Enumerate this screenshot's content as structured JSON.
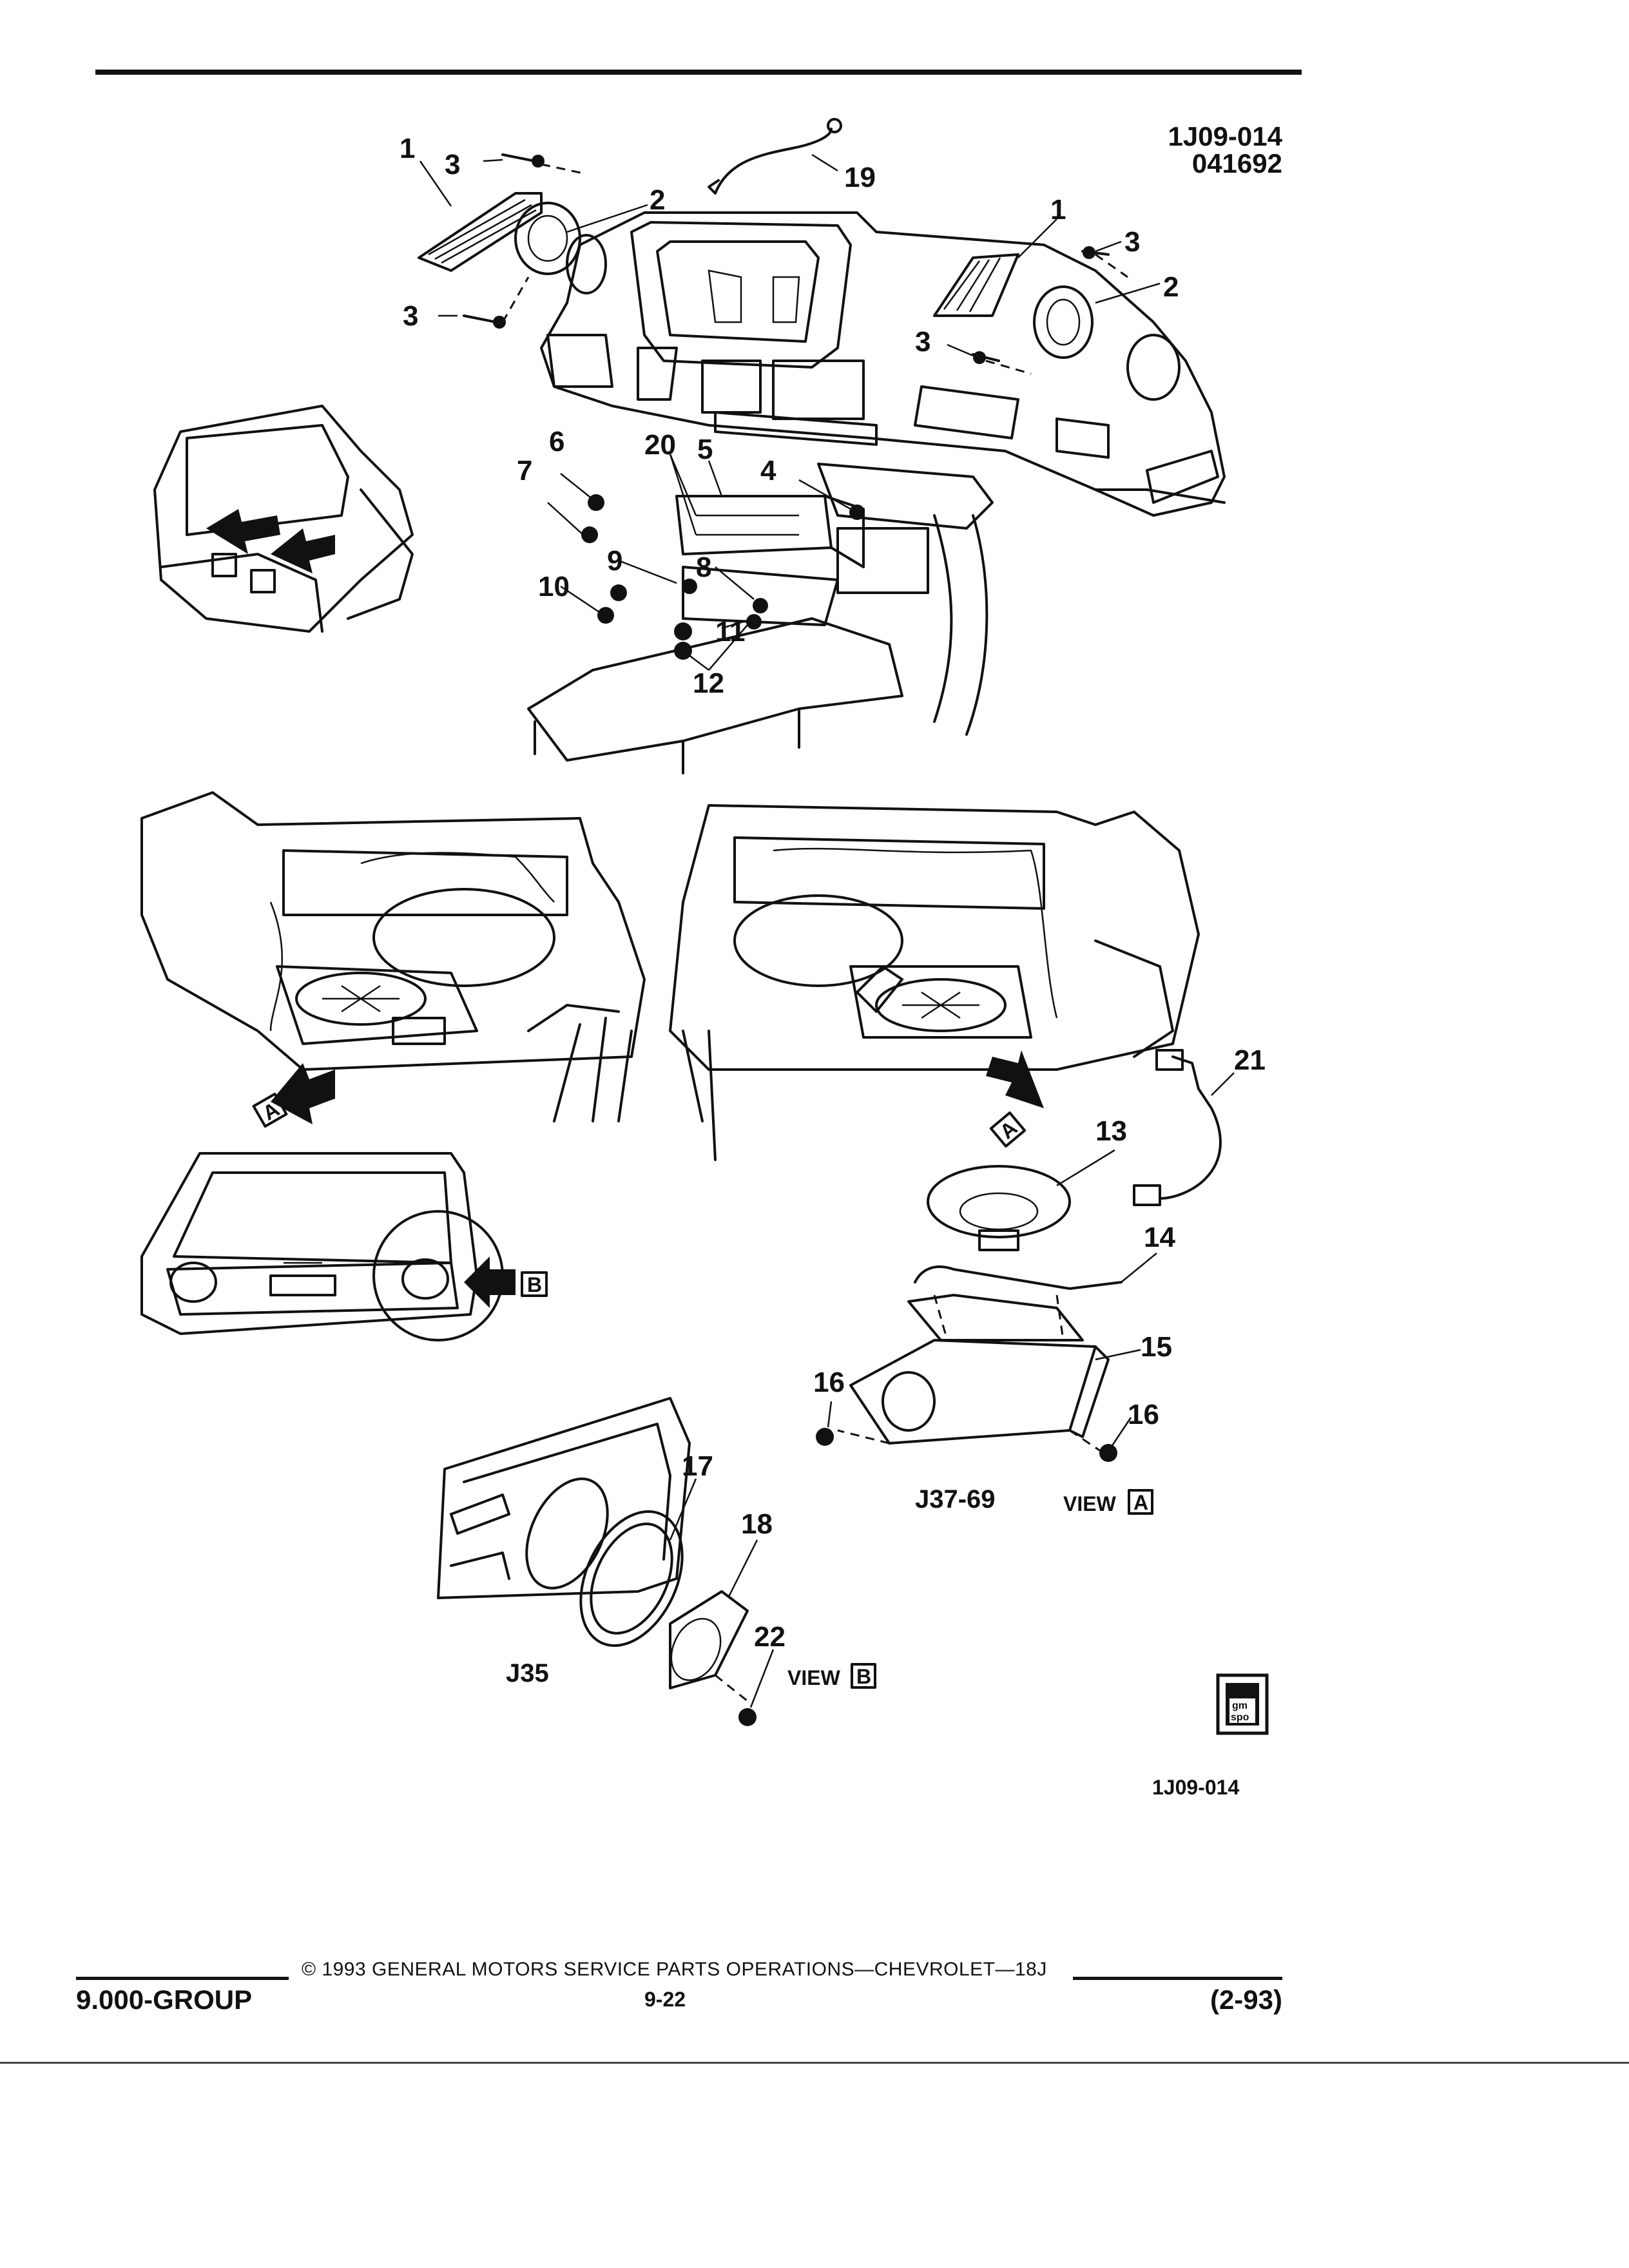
{
  "header": {
    "drawing_code": "1J09-014",
    "drawing_date": "041692"
  },
  "callouts": {
    "c1a": "1",
    "c3a": "3",
    "c2a": "2",
    "c3b": "3",
    "c19": "19",
    "c1b": "1",
    "c3c": "3",
    "c2b": "2",
    "c3d": "3",
    "c6": "6",
    "c20": "20",
    "c5": "5",
    "c4": "4",
    "c7": "7",
    "c9": "9",
    "c8": "8",
    "c10": "10",
    "c11": "11",
    "c12": "12",
    "c21": "21",
    "c13": "13",
    "c14": "14",
    "c15": "15",
    "c16a": "16",
    "c16b": "16",
    "c17": "17",
    "c18": "18",
    "c22": "22"
  },
  "view_markers": {
    "a": "A",
    "b": "B"
  },
  "captions": {
    "model_a": "J37-69",
    "model_b": "J35",
    "view_label": "VIEW",
    "view_a_letter": "A",
    "view_b_letter": "B"
  },
  "logo_text": {
    "line1": "gm",
    "line2": "spo"
  },
  "figure_code": "1J09-014",
  "footer": {
    "copyright": "© 1993 GENERAL MOTORS SERVICE PARTS OPERATIONS—CHEVROLET—18J",
    "group": "9.000-GROUP",
    "page": "9-22",
    "date": "(2-93)"
  }
}
